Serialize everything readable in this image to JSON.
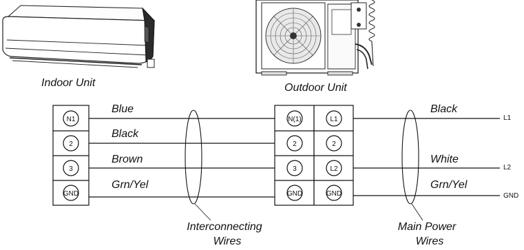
{
  "units": {
    "indoor_label": "Indoor Unit",
    "outdoor_label": "Outdoor Unit"
  },
  "indoor_terminals": [
    "N1",
    "2",
    "3",
    "GND"
  ],
  "outdoor_terminals_left": [
    "N(1)",
    "2",
    "3",
    "GND"
  ],
  "outdoor_terminals_right": [
    "L1",
    "2",
    "L2",
    "GND"
  ],
  "interconnect_wires": [
    "Blue",
    "Black",
    "Brown",
    "Grn/Yel"
  ],
  "power_wires": [
    "Black",
    "",
    "White",
    "Grn/Yel"
  ],
  "power_terminals": [
    "L1",
    "",
    "L2",
    "GND"
  ],
  "callouts": {
    "interconnect_line1": "Interconnecting",
    "interconnect_line2": "Wires",
    "power_line1": "Main Power",
    "power_line2": "Wires"
  }
}
